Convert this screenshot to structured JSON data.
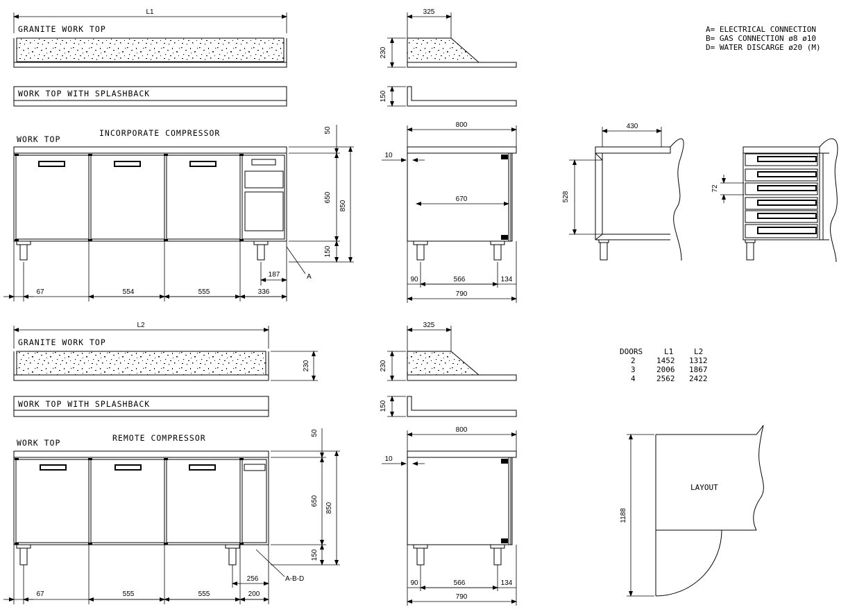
{
  "legend": [
    "A= ELECTRICAL CONNECTION",
    "B= GAS CONNECTION ø8 ø10",
    "D= WATER DISCARGE ø20 (M)"
  ],
  "labels": {
    "granite_1": "GRANITE WORK TOP",
    "splash_1": "WORK TOP WITH SPLASHBACK",
    "worktop_1": "WORK TOP",
    "incorporate": "INCORPORATE COMPRESSOR",
    "granite_2": "GRANITE WORK TOP",
    "splash_2": "WORK TOP WITH SPLASHBACK",
    "worktop_2": "WORK TOP",
    "remote": "REMOTE COMPRESSOR",
    "layout": "LAYOUT",
    "A": "A",
    "ABD": "A-B-D"
  },
  "dims": {
    "L1": "L1",
    "L2": "L2",
    "d325a": "325",
    "d230a": "230",
    "d150a": "150",
    "d325b": "325",
    "d230b": "230",
    "d150b": "150",
    "d230c": "230",
    "d50a": "50",
    "d650a": "650",
    "d850a": "850",
    "d150c": "150",
    "d187": "187",
    "d67a": "67",
    "d554": "554",
    "d555a": "555",
    "d336": "336",
    "d800a": "800",
    "d10a": "10",
    "d670": "670",
    "d90a": "90",
    "d566a": "566",
    "d134a": "134",
    "d790a": "790",
    "d430": "430",
    "d528": "528",
    "d72": "72",
    "d50b": "50",
    "d650b": "650",
    "d850b": "850",
    "d150d": "150",
    "d256": "256",
    "d67b": "67",
    "d555b": "555",
    "d555c": "555",
    "d200": "200",
    "d800b": "800",
    "d10b": "10",
    "d90b": "90",
    "d566b": "566",
    "d134b": "134",
    "d790b": "790",
    "d1188": "1188"
  },
  "table": {
    "headers": [
      "DOORS",
      "L1",
      "L2"
    ],
    "rows": [
      [
        "2",
        "1452",
        "1312"
      ],
      [
        "3",
        "2006",
        "1867"
      ],
      [
        "4",
        "2562",
        "2422"
      ]
    ]
  }
}
